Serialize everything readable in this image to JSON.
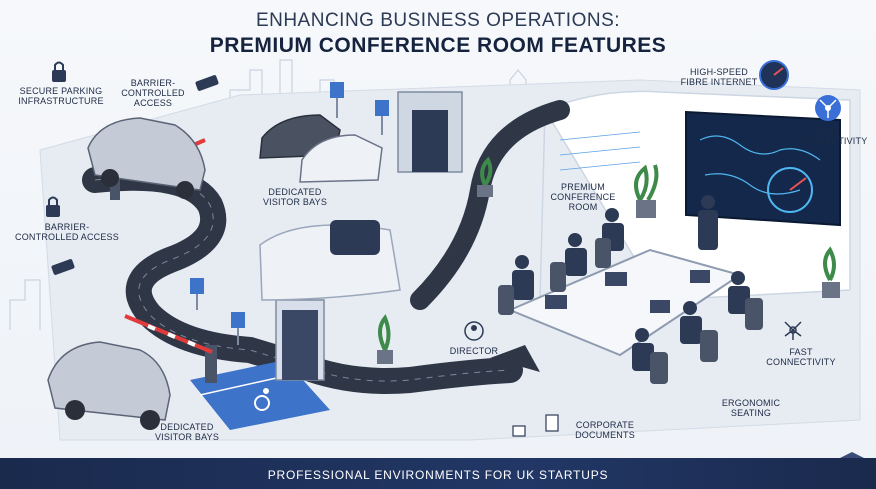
{
  "header": {
    "line1": "ENHANCING BUSINESS OPERATIONS:",
    "line2": "PREMIUM CONFERENCE ROOM FEATURES"
  },
  "labels": {
    "secure_parking": "SECURE PARKING INFRASTRUCTURE",
    "barrier_top": "BARRIER-CONTROLLED ACCESS",
    "barrier_left": "BARRIER-CONTROLLED ACCESS",
    "visitor_bays_top": "DEDICATED VISITOR BAYS",
    "visitor_bays_bottom": "DEDICATED VISITOR BAYS",
    "premium_room": "PREMIUM CONFERENCE ROOM",
    "fibre": "HIGH-SPEED FIBRE INTERNET",
    "fast_top": "FAST CONNECTIVITY",
    "fast_bottom": "FAST CONNECTIVITY",
    "director": "DIRECTOR",
    "ergonomic": "ERGONOMIC SEATING",
    "documents": "CORPORATE DOCUMENTS"
  },
  "footer": {
    "text": "PROFESSIONAL ENVIRONMENTS FOR UK STARTUPS"
  },
  "colors": {
    "navy": "#1a2a4d",
    "accent": "#3b6fd8",
    "road": "#2f3747",
    "bay": "#3d73c9"
  },
  "icons": [
    "padlock-icon",
    "cctv-camera-icon",
    "parking-sign-icon",
    "accessible-parking-icon",
    "speedometer-icon",
    "network-icon",
    "director-icon",
    "brand-logo-icon"
  ]
}
